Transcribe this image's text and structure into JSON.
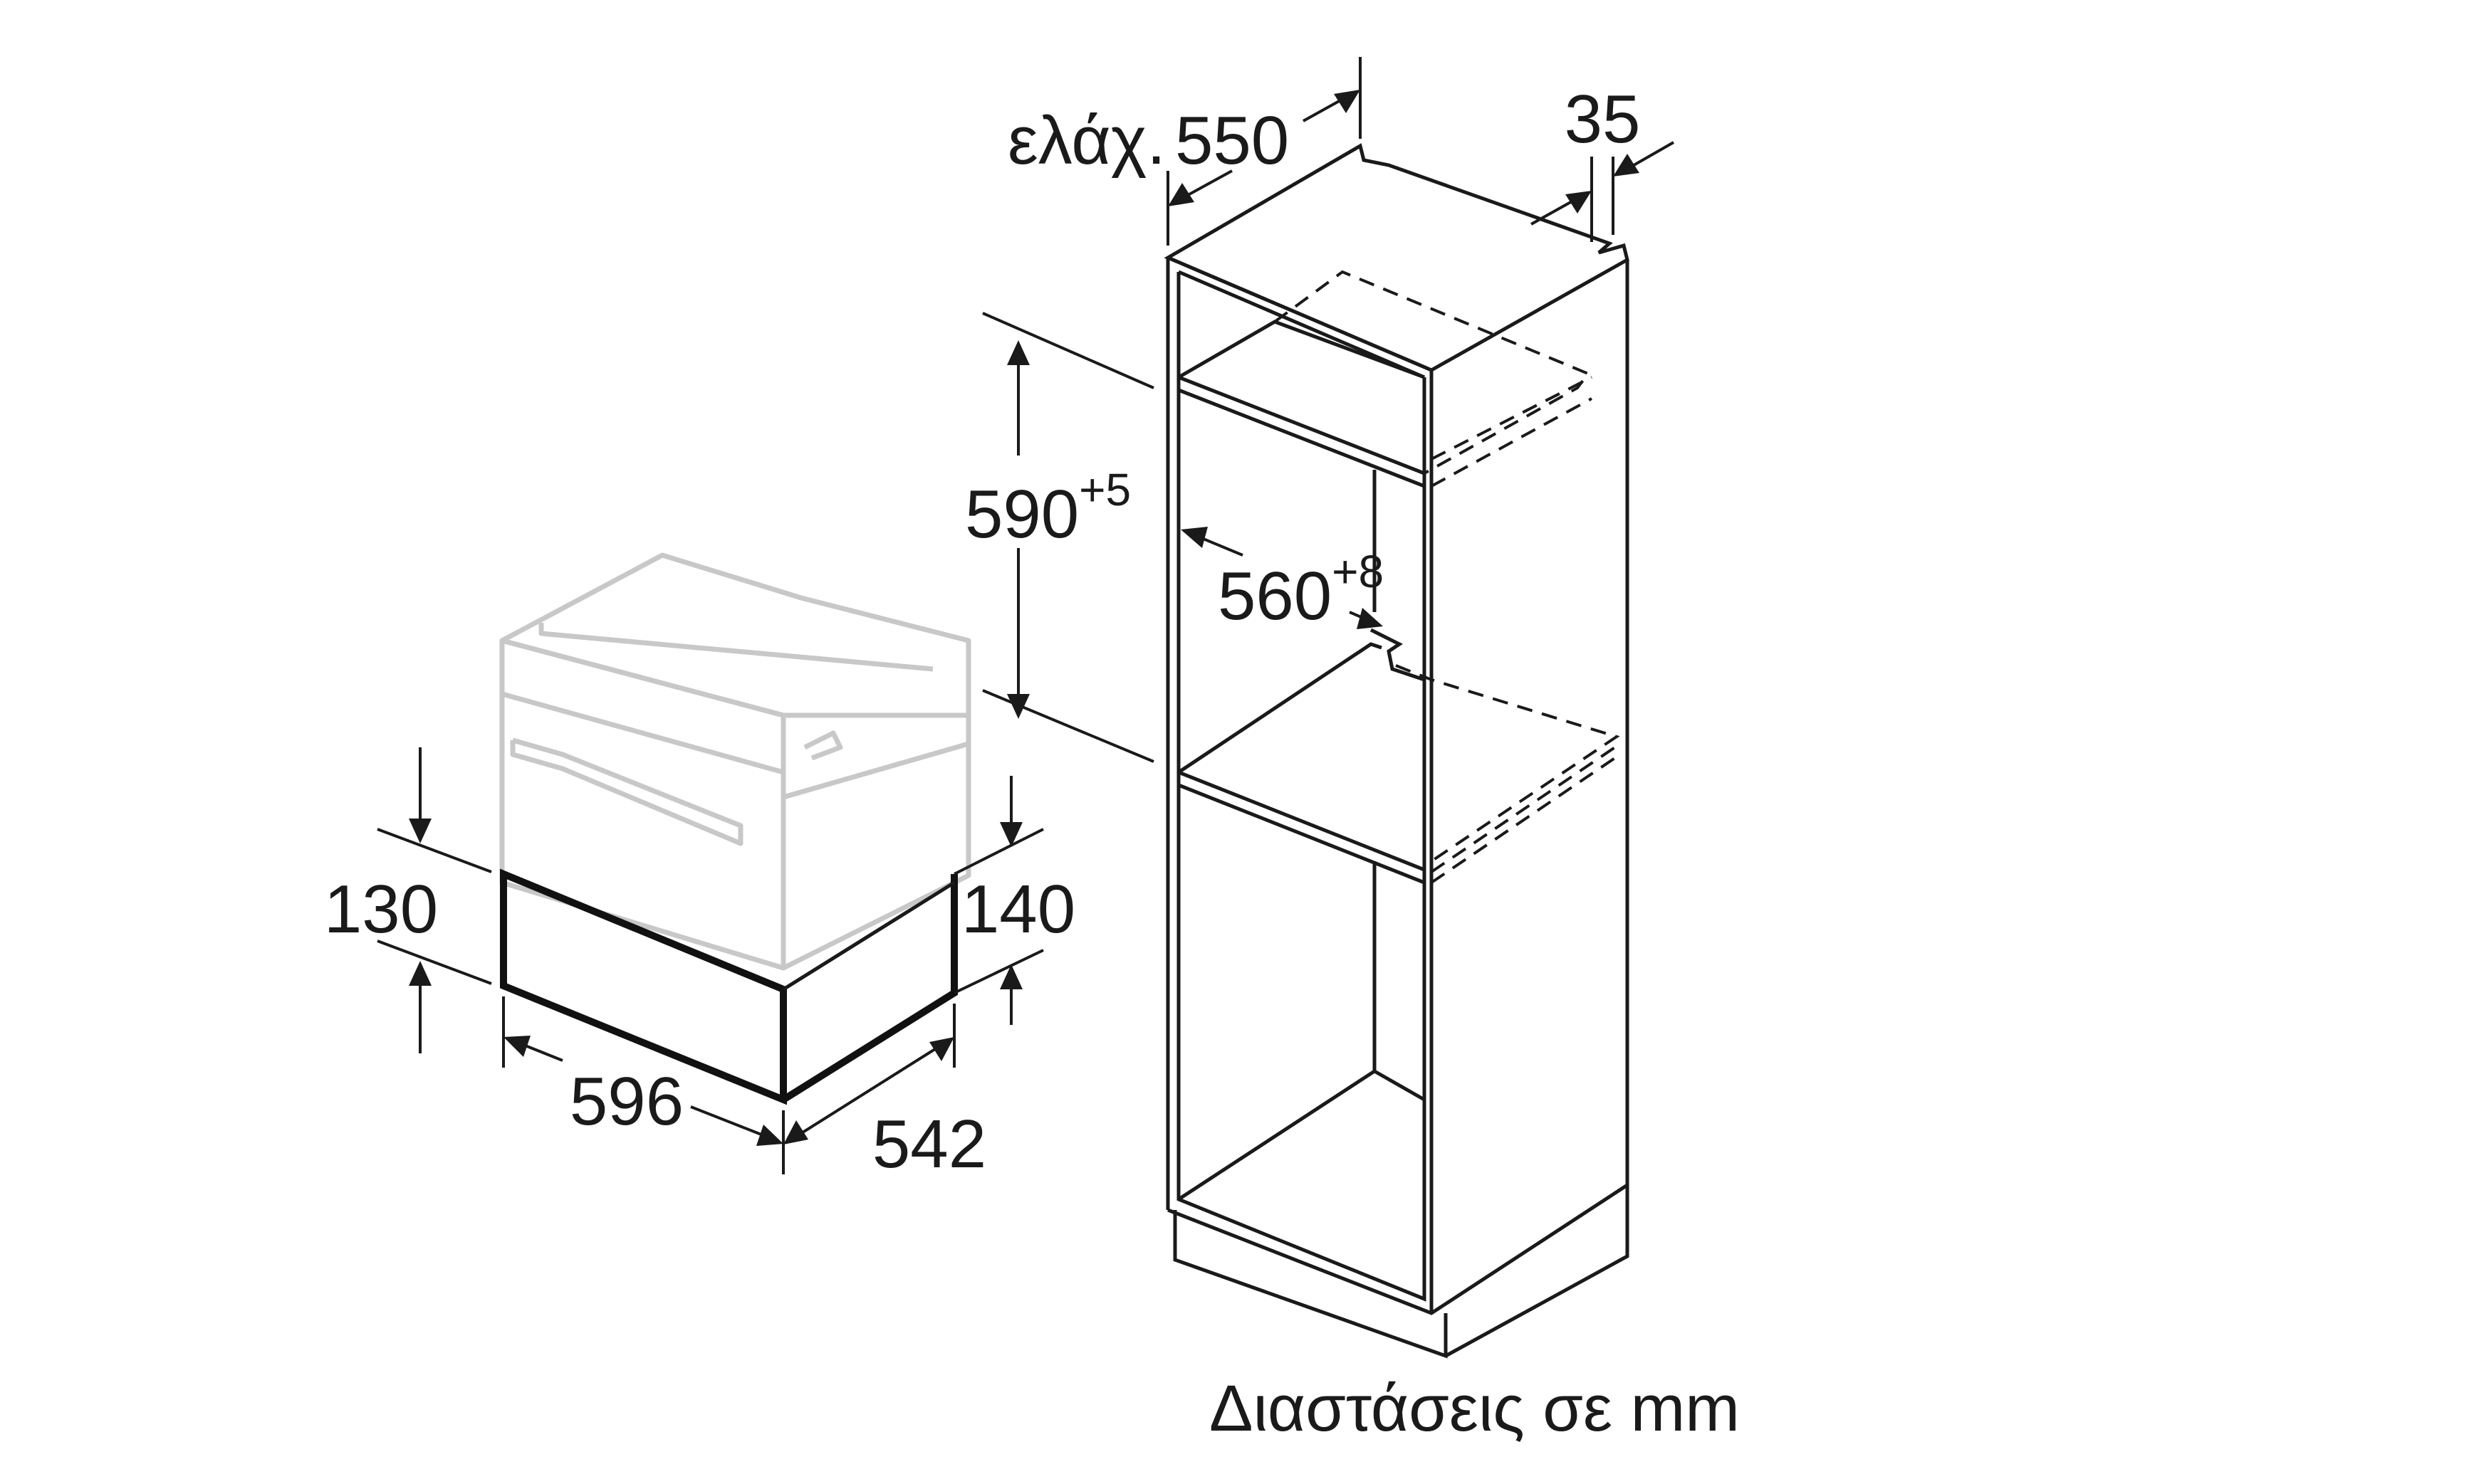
{
  "dimensions": {
    "min_depth_prefix": "ελάχ.",
    "min_depth_value": "550",
    "rear_gap": "35",
    "niche_height_value": "590",
    "niche_height_tolerance": "+5",
    "niche_width_value": "560",
    "niche_width_tolerance": "+8",
    "drawer_height_front": "130",
    "drawer_height_side": "140",
    "drawer_width": "596",
    "drawer_depth": "542"
  },
  "caption": "Διαστάσεις σε mm"
}
